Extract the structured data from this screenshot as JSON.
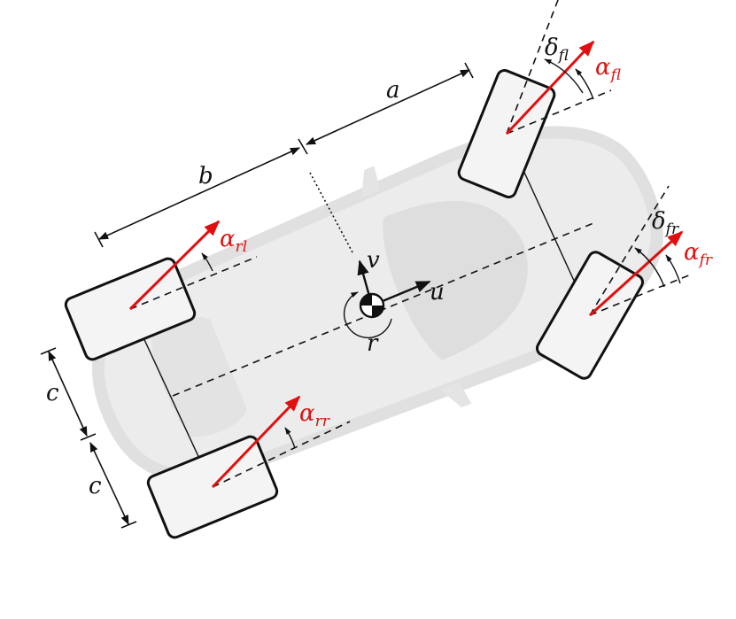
{
  "symbols": {
    "a": "a",
    "b": "b",
    "c_top": "c",
    "c_bottom": "c",
    "u": "u",
    "v": "v",
    "r": "r"
  },
  "slip_angles": {
    "alpha": "α",
    "fl": "fl",
    "fr": "fr",
    "rl": "rl",
    "rr": "rr"
  },
  "steer_angles": {
    "delta": "δ",
    "fl": "fl",
    "fr": "fr"
  },
  "colors": {
    "body_fill": "#ececec",
    "body_edge": "#dcdcdc",
    "window": "#dedede",
    "vector_red": "#e01010",
    "line_black": "#111111"
  }
}
